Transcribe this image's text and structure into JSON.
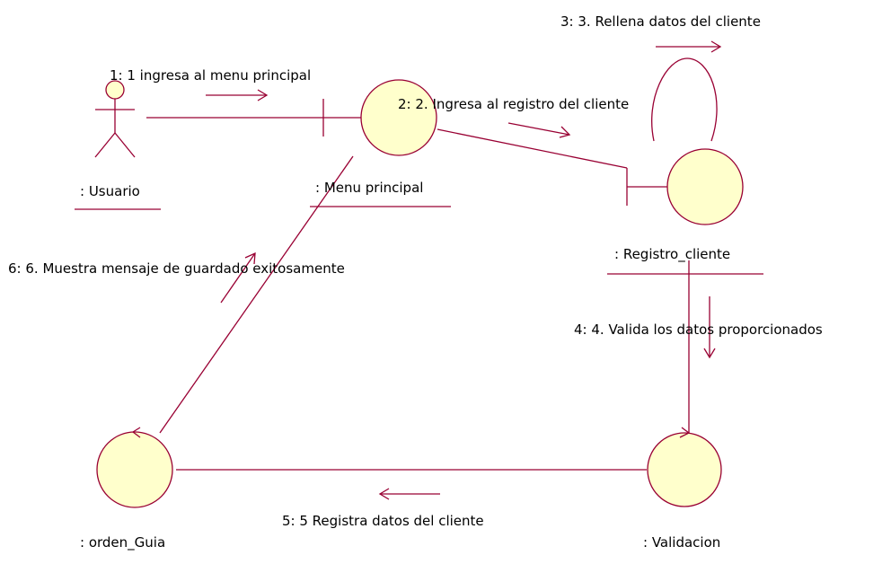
{
  "colors": {
    "line": "#990033",
    "fill": "#ffffcc",
    "text": "#000000"
  },
  "objects": {
    "usuario": ": Usuario",
    "menu_principal": ": Menu principal",
    "registro_cliente": ": Registro_cliente",
    "validacion": ": Validacion",
    "orden_guia": ": orden_Guia"
  },
  "messages": {
    "m1": "1: 1 ingresa al menu principal",
    "m2": "2: 2. Ingresa al registro del cliente",
    "m3": "3: 3. Rellena datos del cliente",
    "m4": "4: 4. Valida los datos proporcionados",
    "m5": "5: 5 Registra datos del cliente",
    "m6": "6: 6. Muestra mensaje de guardado exitosamente"
  },
  "icons": {
    "actor": "actor-icon",
    "boundary": "boundary-icon",
    "control": "control-icon"
  }
}
